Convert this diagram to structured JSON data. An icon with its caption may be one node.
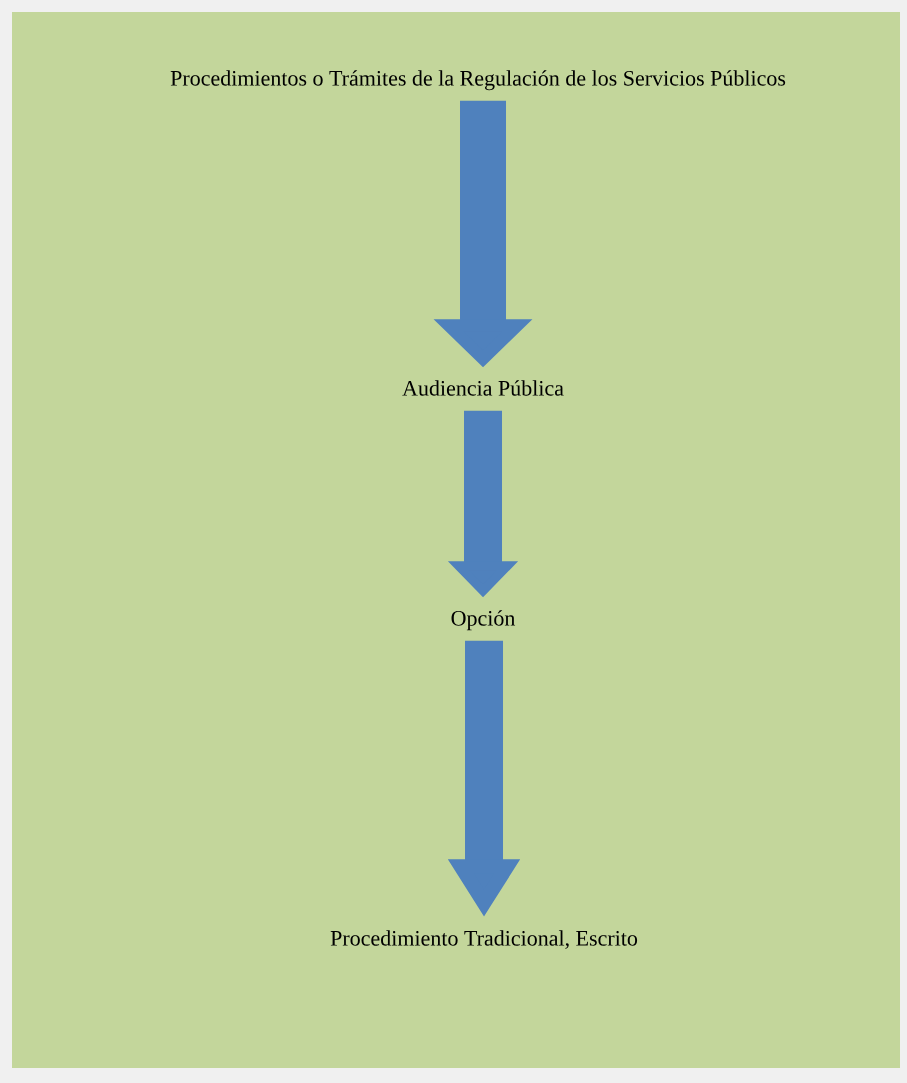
{
  "diagram": {
    "nodes": [
      {
        "text": [
          "Procedimientos o Trámites de la Regulación de los Servicios Públicos"
        ]
      },
      {
        "text": [
          "Audiencia Pública"
        ]
      },
      {
        "text": [
          "Opción"
        ]
      },
      {
        "text": [
          "Procedimiento Tradicional, Escrito"
        ]
      }
    ],
    "edges": [
      {
        "from": 0,
        "to": 1,
        "arrow": "to"
      },
      {
        "from": 1,
        "to": 2,
        "arrow": "to"
      },
      {
        "from": 2,
        "to": 3,
        "arrow": "to"
      }
    ]
  }
}
